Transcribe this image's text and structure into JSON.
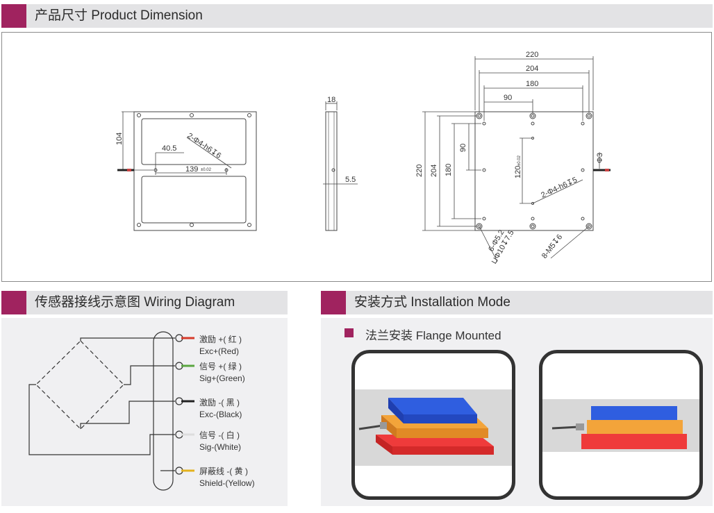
{
  "headers": {
    "dimension": "产品尺寸 Product Dimension",
    "wiring": "传感器接线示意图 Wiring Diagram",
    "installation": "安装方式 Installation Mode"
  },
  "dimension_labels": {
    "front_104": "104",
    "front_40_5": "40.5",
    "front_hole_note": "2-Φ4-h6↧6",
    "front_139": "139",
    "front_139_tol": "±0.02",
    "side_18": "18",
    "side_5_5": "5.5",
    "top_220": "220",
    "top_204": "204",
    "top_180": "180",
    "top_90": "90",
    "left_220": "220",
    "left_204": "204",
    "left_180": "180",
    "left_90": "90",
    "center_120": "120",
    "center_120_tol": "±0.02",
    "right_phi3": "Φ3",
    "hole_note_2": "2-Φ4-h6↧5",
    "hole_note_6": "6-Φ5.2",
    "hole_note_6b": "⊔Φ10↧7.5",
    "hole_note_8": "8-M5↧6"
  },
  "wiring": {
    "wires": [
      {
        "cn": "激励 +( 红 )",
        "en": "Exc+(Red)",
        "color": "#d63a2a"
      },
      {
        "cn": "信号 +( 绿 )",
        "en": "Sig+(Green)",
        "color": "#5aa640"
      },
      {
        "cn": "激励 -( 黑 )",
        "en": "Exc-(Black)",
        "color": "#222222"
      },
      {
        "cn": "信号 -( 白 )",
        "en": "Sig-(White)",
        "color": "#dddddd"
      },
      {
        "cn": "屏蔽线 -( 黄 )",
        "en": "Shield-(Yellow)",
        "color": "#e3b21d"
      }
    ]
  },
  "installation": {
    "method": "法兰安装 Flange Mounted"
  }
}
